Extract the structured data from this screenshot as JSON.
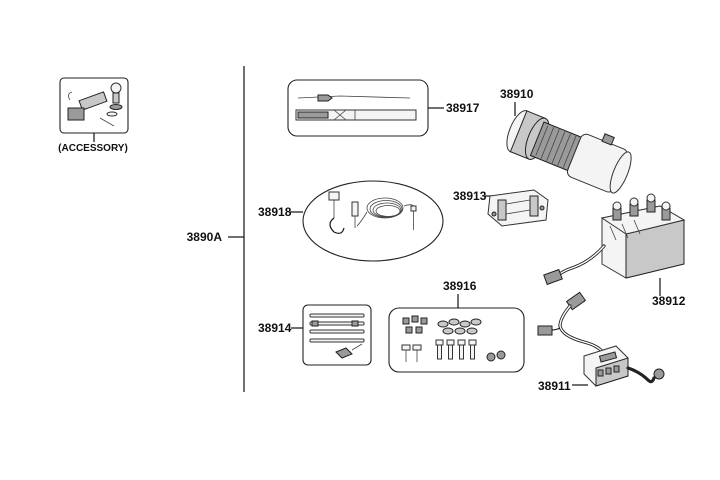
{
  "labels": {
    "accessory": "(ACCESSORY)",
    "assembly": "3890A",
    "winch_motor": "38910",
    "mount_plate": "38913",
    "contactor": "38912",
    "handlebar_switch": "38911",
    "remote_cable": "38917",
    "hook_cable": "38918",
    "rods": "38914",
    "hardware_kit": "38916"
  }
}
